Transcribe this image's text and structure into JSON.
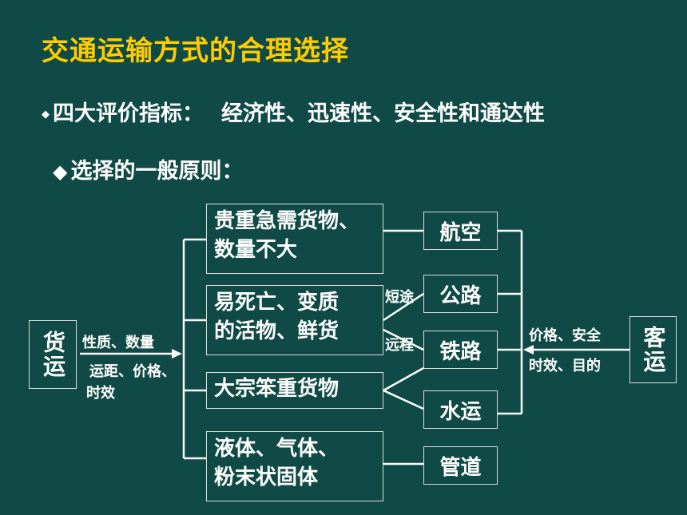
{
  "title": "交通运输方式的合理选择",
  "indicators": {
    "label": "四大评价指标：",
    "value": "经济性、迅速性、安全性和通达性"
  },
  "principle": "选择的一般原则：",
  "freight": {
    "label": "货运",
    "factor1": "性质、数量",
    "factor2": "运距、价格、",
    "factor3": "时效"
  },
  "passenger": {
    "label": "客运",
    "factor1": "价格、安全",
    "factor2": "时效、目的"
  },
  "categories": [
    {
      "text": "贵重急需货物、\n数量不大"
    },
    {
      "text": "易死亡、变质\n的活物、鲜货"
    },
    {
      "text": "大宗笨重货物"
    },
    {
      "text": "液体、气体、\n粉末状固体"
    }
  ],
  "modes": [
    "航空",
    "公路",
    "铁路",
    "水运",
    "管道"
  ],
  "distance": {
    "short": "短途",
    "long": "远程"
  }
}
